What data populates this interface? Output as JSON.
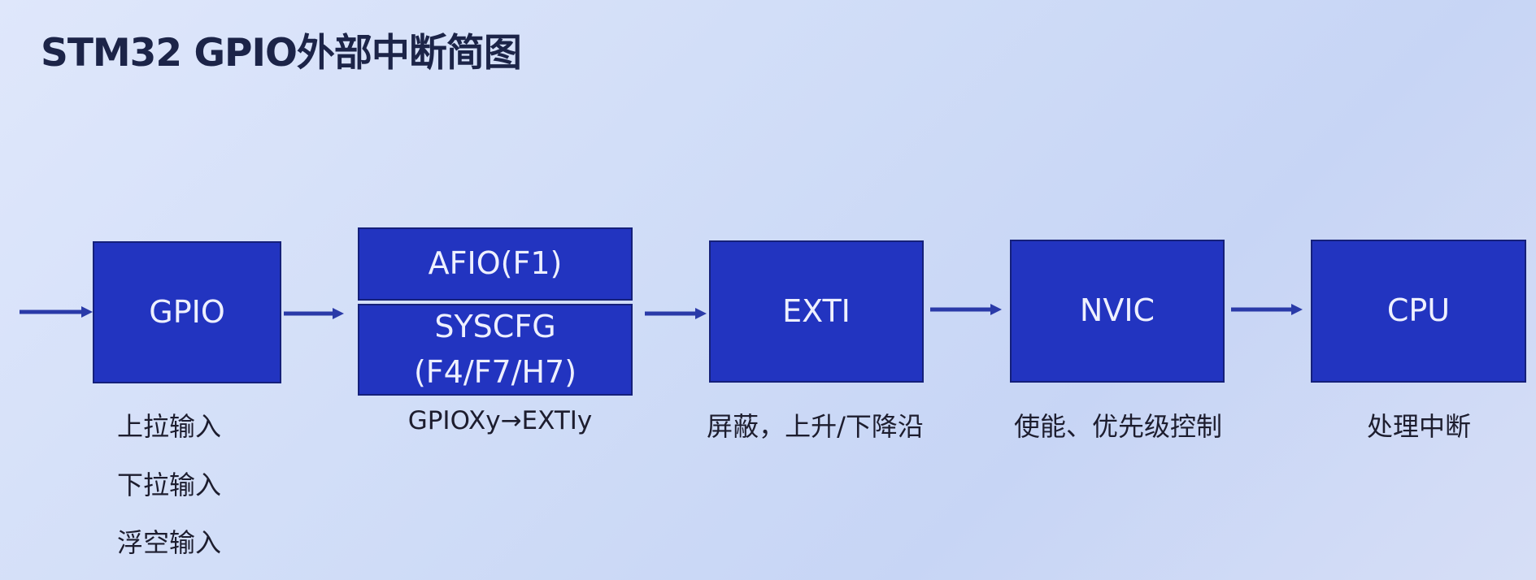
{
  "title": "STM32 GPIO外部中断简图",
  "blocks": {
    "gpio": "GPIO",
    "afio": "AFIO(F1)",
    "syscfg_line1": "SYSCFG",
    "syscfg_line2": "(F4/F7/H7)",
    "exti": "EXTI",
    "nvic": "NVIC",
    "cpu": "CPU"
  },
  "labels": {
    "gpio": [
      "上拉输入",
      "下拉输入",
      "浮空输入"
    ],
    "afio": "GPIOXy→EXTIy",
    "exti": "屏蔽，上升/下降沿",
    "nvic": "使能、优先级控制",
    "cpu": "处理中断"
  },
  "colors": {
    "box": "#2234c0",
    "arrow": "#2a3aa8",
    "title": "#1c2448"
  }
}
